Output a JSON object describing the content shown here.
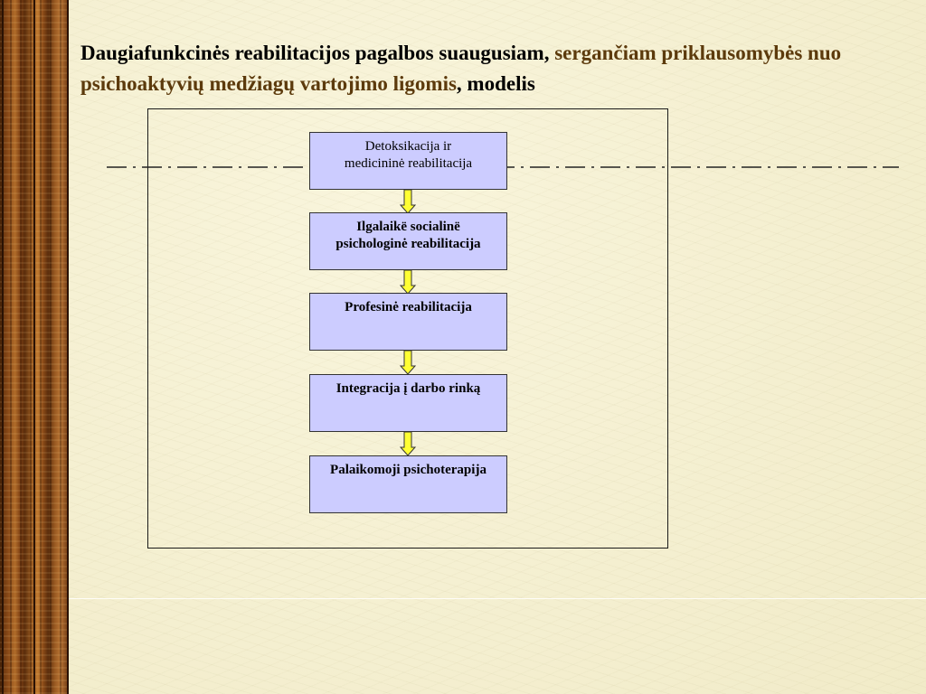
{
  "slide": {
    "title_part1": "Daugiafunkcinės reabilitacijos pagalbos suaugusiam,",
    "title_part2": " sergančiam priklausomybės nuo psichoaktyvių medžiagų vartojimo ligomis",
    "title_part3": ", modelis",
    "accent_color": "#5c3a0c",
    "box_fill_color": "#ccccff",
    "arrow_fill_color": "#ffff33"
  },
  "flow": {
    "steps": [
      {
        "line1": "Detoksikacija ir",
        "line2": "medicininė reabilitacija"
      },
      {
        "line1": "Ilgalaikë socialinë",
        "line2": "psichologinė reabilitacija"
      },
      {
        "line1": "Profesinė reabilitacija",
        "line2": ""
      },
      {
        "line1": "Integracija į darbo rinką",
        "line2": ""
      },
      {
        "line1": "Palaikomoji psichoterapija",
        "line2": ""
      }
    ]
  }
}
